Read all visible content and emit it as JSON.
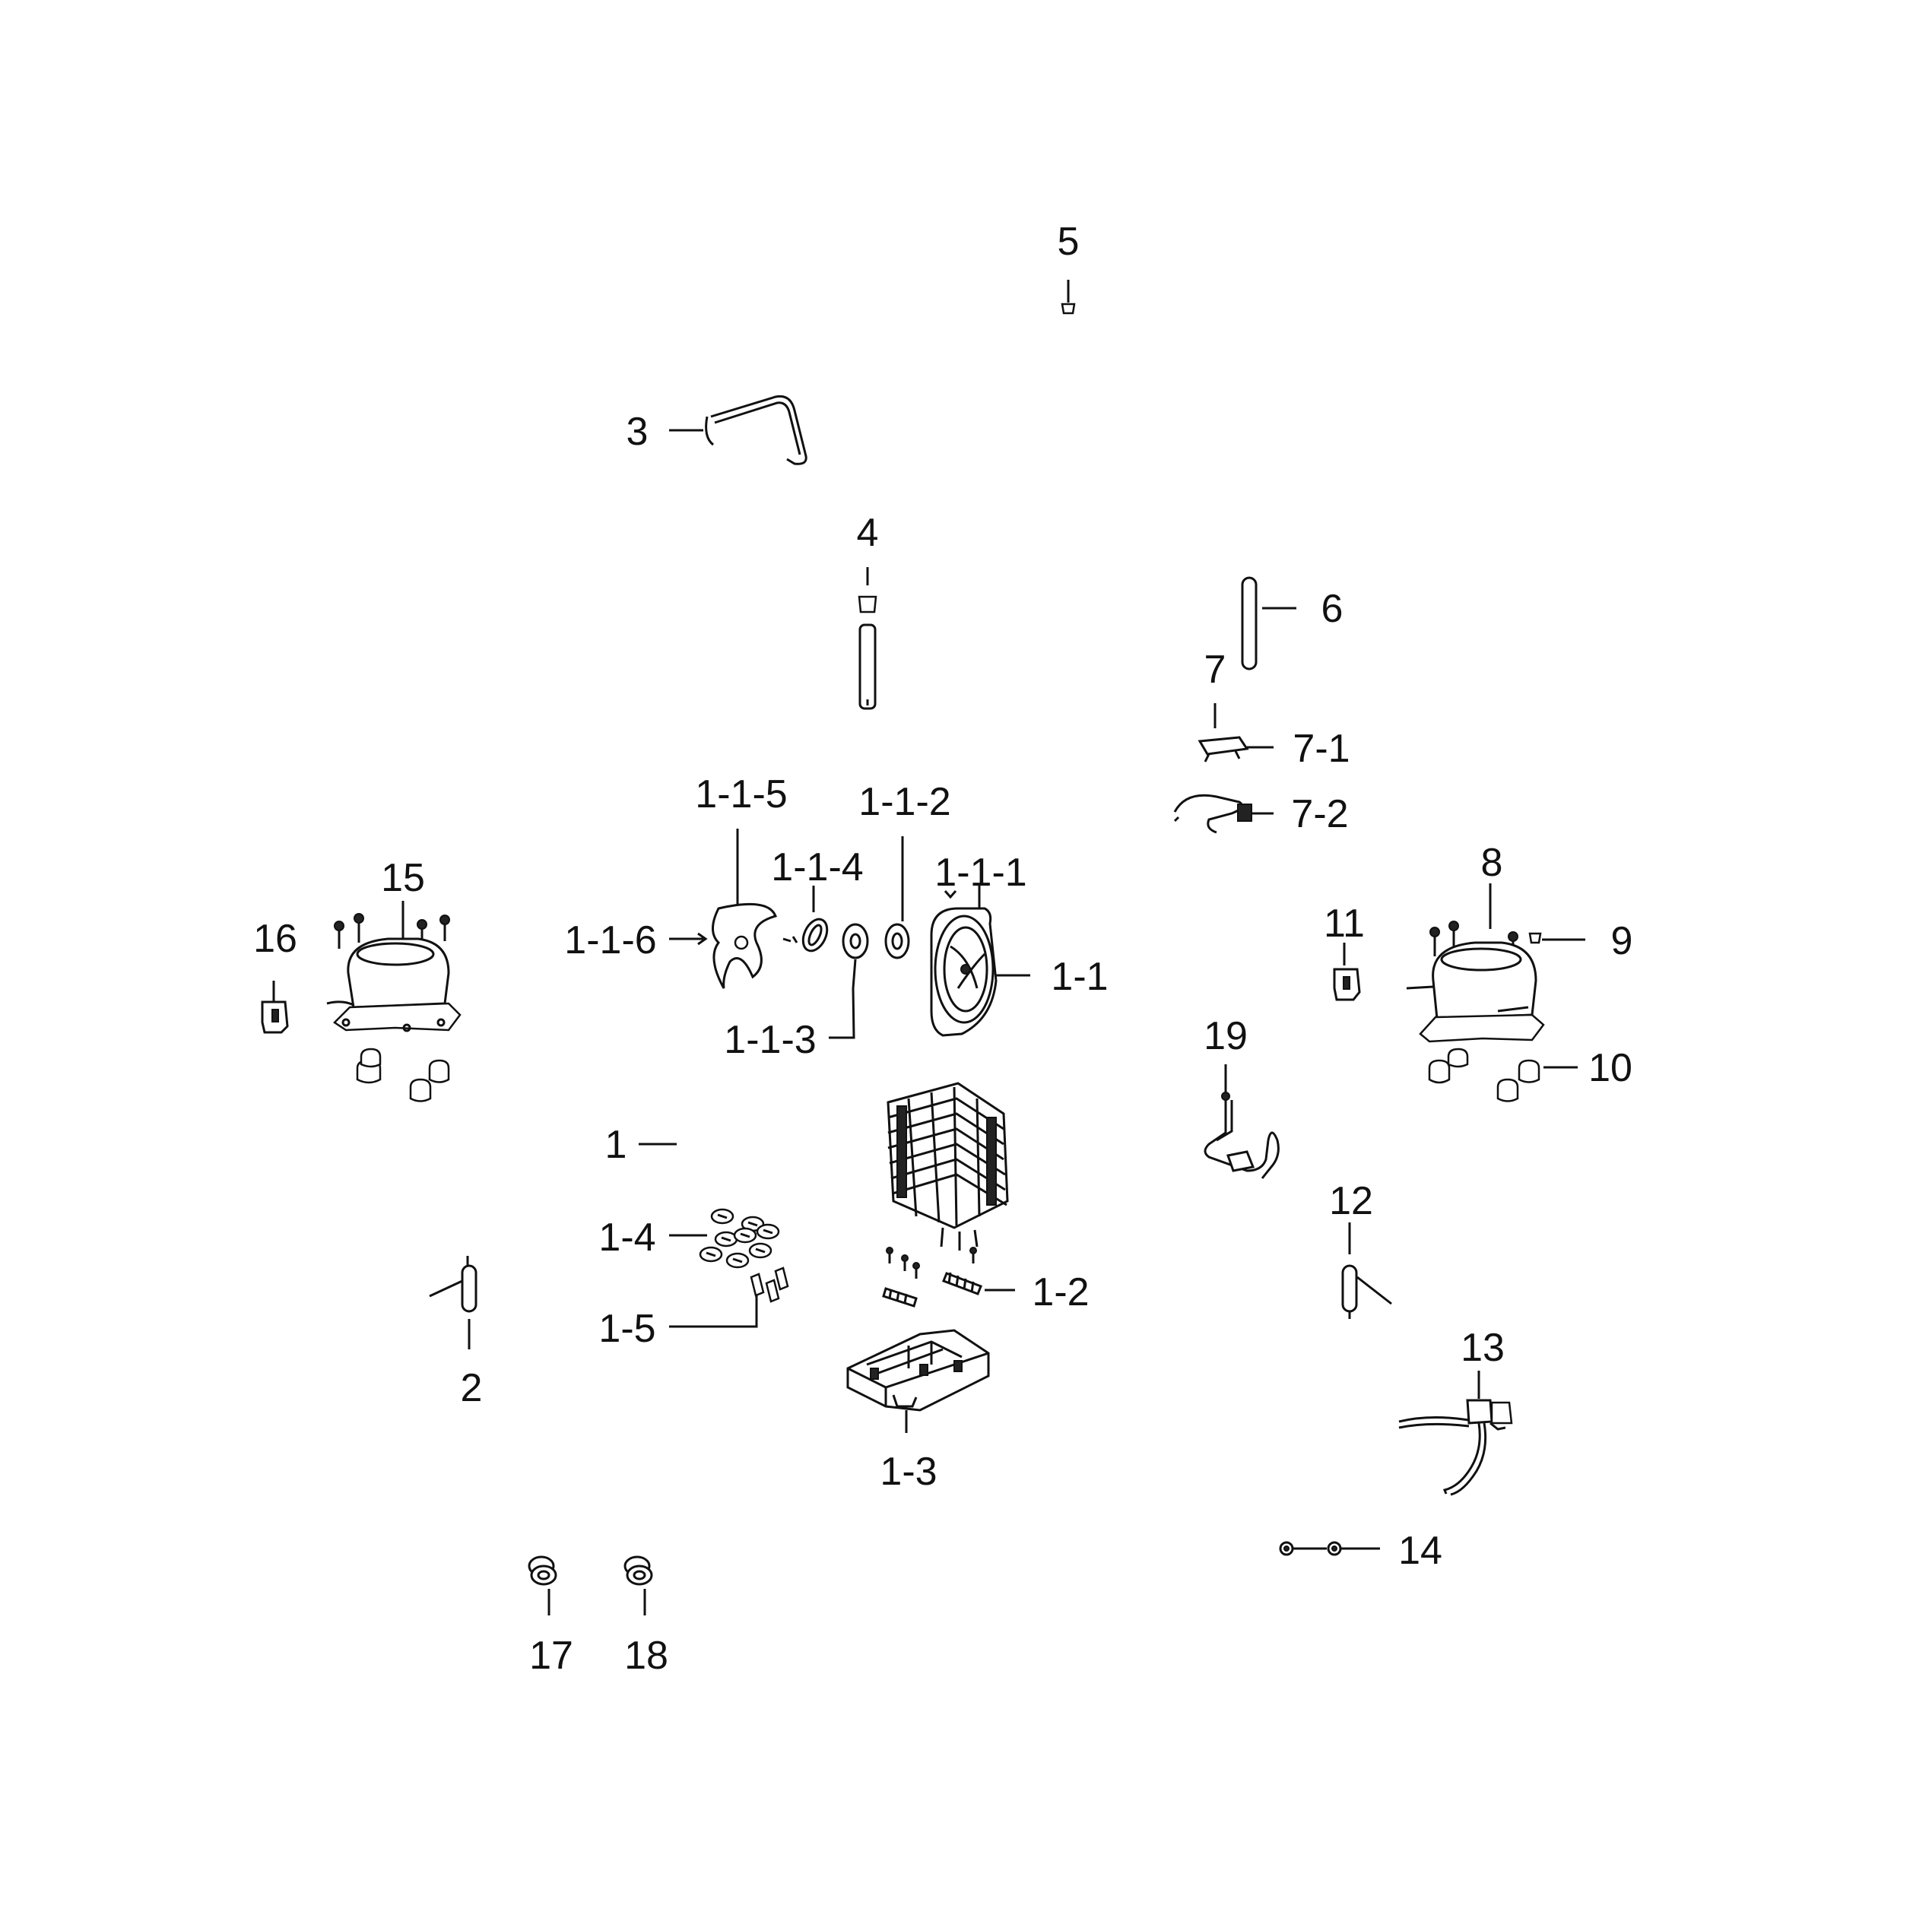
{
  "callouts": [
    {
      "id": "c5",
      "label": "5"
    },
    {
      "id": "c3",
      "label": "3"
    },
    {
      "id": "c4",
      "label": "4"
    },
    {
      "id": "c6",
      "label": "6"
    },
    {
      "id": "c7",
      "label": "7"
    },
    {
      "id": "c7-1",
      "label": "7-1"
    },
    {
      "id": "c7-2",
      "label": "7-2"
    },
    {
      "id": "c1-1-5",
      "label": "1-1-5"
    },
    {
      "id": "c1-1-2",
      "label": "1-1-2"
    },
    {
      "id": "c1-1-4",
      "label": "1-1-4"
    },
    {
      "id": "c1-1-1",
      "label": "1-1-1"
    },
    {
      "id": "c1-1-6",
      "label": "1-1-6"
    },
    {
      "id": "c1-1",
      "label": "1-1"
    },
    {
      "id": "c1-1-3",
      "label": "1-1-3"
    },
    {
      "id": "c15",
      "label": "15"
    },
    {
      "id": "c16",
      "label": "16"
    },
    {
      "id": "c8",
      "label": "8"
    },
    {
      "id": "c11",
      "label": "11"
    },
    {
      "id": "c9",
      "label": "9"
    },
    {
      "id": "c10",
      "label": "10"
    },
    {
      "id": "c19",
      "label": "19"
    },
    {
      "id": "c1",
      "label": "1"
    },
    {
      "id": "c12",
      "label": "12"
    },
    {
      "id": "c1-4",
      "label": "1-4"
    },
    {
      "id": "c1-2",
      "label": "1-2"
    },
    {
      "id": "c1-5",
      "label": "1-5"
    },
    {
      "id": "c2",
      "label": "2"
    },
    {
      "id": "c13",
      "label": "13"
    },
    {
      "id": "c1-3",
      "label": "1-3"
    },
    {
      "id": "c14",
      "label": "14"
    },
    {
      "id": "c17",
      "label": "17"
    },
    {
      "id": "c18",
      "label": "18"
    }
  ]
}
